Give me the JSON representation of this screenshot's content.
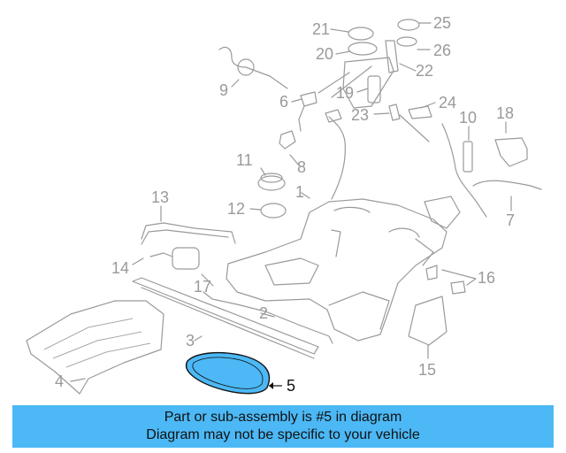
{
  "colors": {
    "line": "#9a9a9a",
    "highlight_fill": "#4cb8f5",
    "highlight_stroke": "#111111",
    "footer_bg": "#4cb8f5"
  },
  "labels": [
    "1",
    "2",
    "3",
    "4",
    "5",
    "6",
    "7",
    "8",
    "9",
    "10",
    "11",
    "12",
    "13",
    "14",
    "15",
    "16",
    "17",
    "18",
    "19",
    "20",
    "21",
    "22",
    "23",
    "24",
    "25",
    "26"
  ],
  "highlighted_part": "5",
  "footer": {
    "line1": "Part or sub-assembly is #5 in diagram",
    "line2": "Diagram may not be specific to your vehicle"
  }
}
